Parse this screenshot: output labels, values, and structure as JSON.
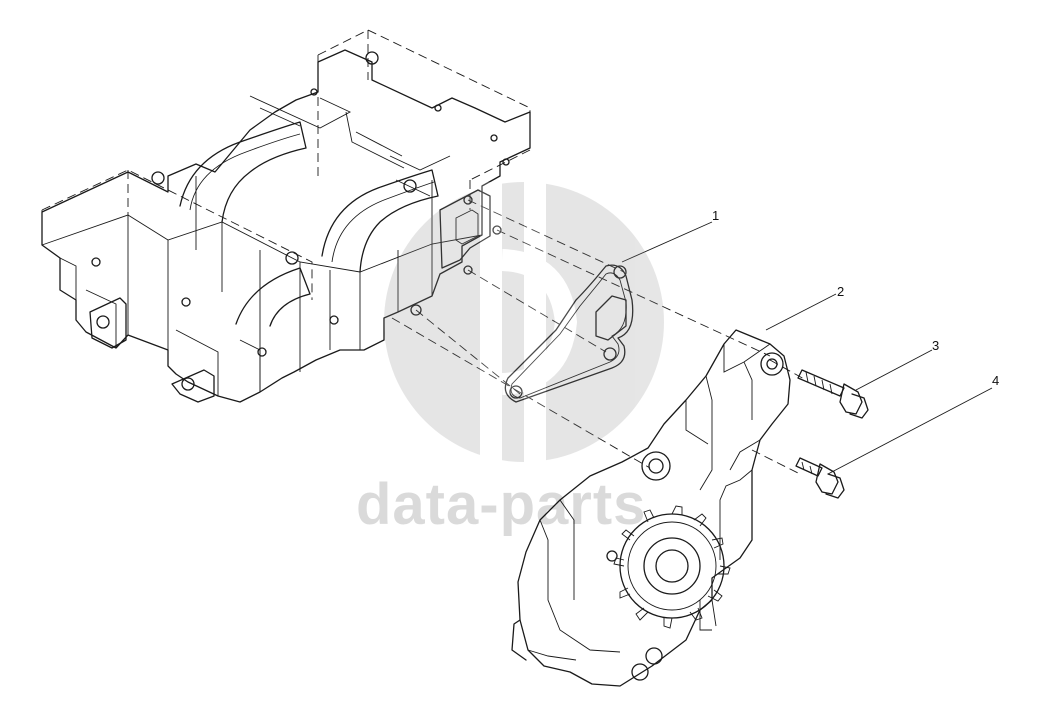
{
  "diagram": {
    "callouts": [
      {
        "id": "1",
        "label": "1"
      },
      {
        "id": "2",
        "label": "2"
      },
      {
        "id": "3",
        "label": "3"
      },
      {
        "id": "4",
        "label": "4"
      }
    ]
  },
  "watermark": {
    "text": "data-parts",
    "color": "#8c8c8c"
  }
}
